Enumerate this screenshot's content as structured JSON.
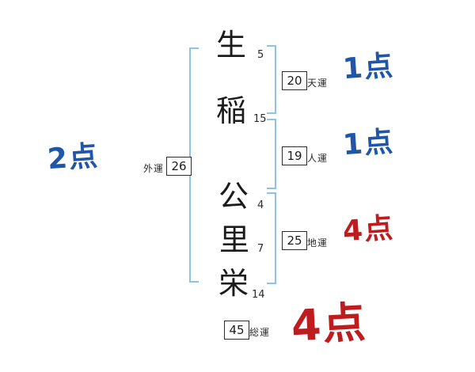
{
  "name_chars": [
    {
      "char": "生",
      "strokes": "5"
    },
    {
      "char": "稲",
      "strokes": "15"
    },
    {
      "char": "公",
      "strokes": "4"
    },
    {
      "char": "里",
      "strokes": "7"
    },
    {
      "char": "栄",
      "strokes": "14"
    }
  ],
  "fortunes": {
    "heaven": {
      "value": "20",
      "label": "天運",
      "score": "1点"
    },
    "person": {
      "value": "19",
      "label": "人運",
      "score": "1点"
    },
    "earth": {
      "value": "25",
      "label": "地運",
      "score": "4点"
    },
    "outer": {
      "value": "26",
      "label": "外運",
      "score": "2点"
    },
    "total": {
      "value": "45",
      "label": "総運",
      "score": "4点"
    }
  },
  "colors": {
    "score_blue": "#1f56a8",
    "score_red": "#bf1c20",
    "bracket_blue": "#8cc3e6"
  }
}
